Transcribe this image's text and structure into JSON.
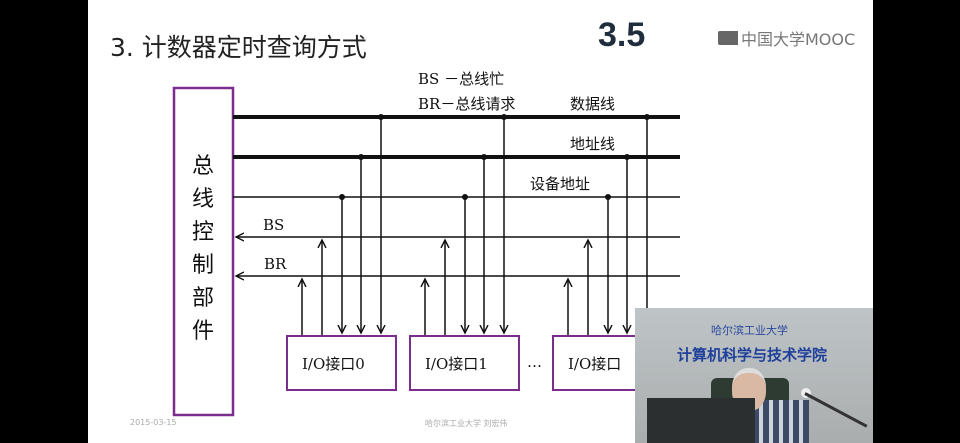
{
  "slide": {
    "title": "3. 计数器定时查询方式",
    "section_number": "3.5",
    "logo_text": "中国大学MOOC",
    "footer_date": "2015-03-15",
    "footer_author": "哈尔滨工业大学  刘宏伟"
  },
  "diagram": {
    "controller_label": "总线控制部件",
    "legend_bs": "BS －总线忙",
    "legend_br": "BR－总线请求",
    "lines": {
      "data": "数据线",
      "address": "地址线",
      "device_address": "设备地址",
      "bs": "BS",
      "br": "BR"
    },
    "interfaces": [
      "I/O接口0",
      "I/O接口1",
      "I/O接口"
    ],
    "ellipsis": "…",
    "accent_color": "#7b2d8e"
  },
  "video": {
    "banner": "计算机科学与技术学院",
    "calligraphy": "哈尔滨工业大学"
  }
}
